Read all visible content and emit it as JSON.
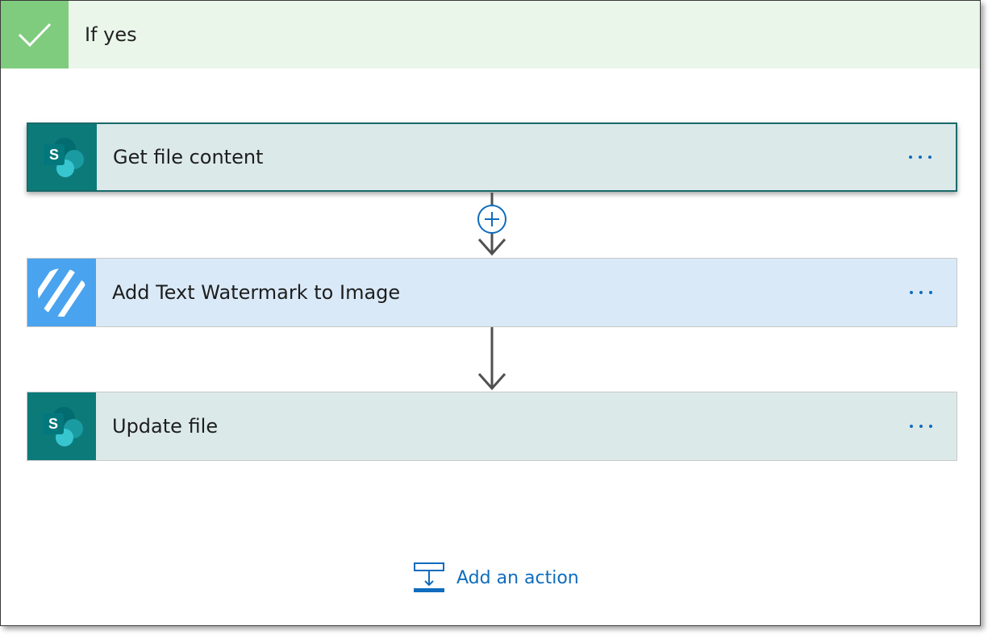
{
  "condition": {
    "title": "If yes",
    "icon": "checkmark-icon"
  },
  "actions": [
    {
      "label": "Get file content",
      "icon": "sharepoint-icon",
      "menu_icon": "more-options-icon"
    },
    {
      "label": "Add Text Watermark to Image",
      "icon": "watermark-stripes-icon",
      "menu_icon": "more-options-icon"
    },
    {
      "label": "Update file",
      "icon": "sharepoint-icon",
      "menu_icon": "more-options-icon"
    }
  ],
  "footer": {
    "add_action_label": "Add an action",
    "add_action_icon": "insert-step-icon"
  },
  "colors": {
    "header_bg": "#eaf6ea",
    "header_icon_bg": "#7fcc7f",
    "sharepoint_teal": "#0d7a7a",
    "watermark_blue": "#4aa3ef",
    "link_blue": "#0f6cbd"
  }
}
